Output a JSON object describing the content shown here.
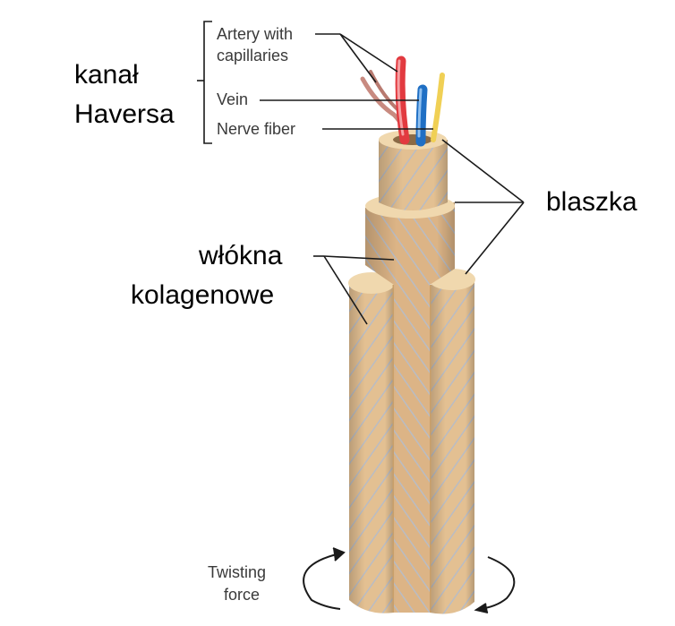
{
  "labels": {
    "kanal": "kanał",
    "haversa": "Haversa",
    "blaszka": "blaszka",
    "wlokna": "włókna",
    "kolagenowe": "kolagenowe",
    "artery_line1": "Artery with",
    "artery_line2": "capillaries",
    "vein": "Vein",
    "nerve": "Nerve fiber",
    "twisting_line1": "Twisting",
    "twisting_line2": "force"
  },
  "colors": {
    "bone_fill": "#e3c092",
    "bone_shade": "#c99f6a",
    "bone_top": "#f0d8ae",
    "fiber_stripe": "#b9bcc4",
    "artery": "#e23a40",
    "vein": "#1f6fc4",
    "nerve": "#f0d055",
    "capillary": "#c88a80",
    "leader_line": "#1a1a1a"
  }
}
